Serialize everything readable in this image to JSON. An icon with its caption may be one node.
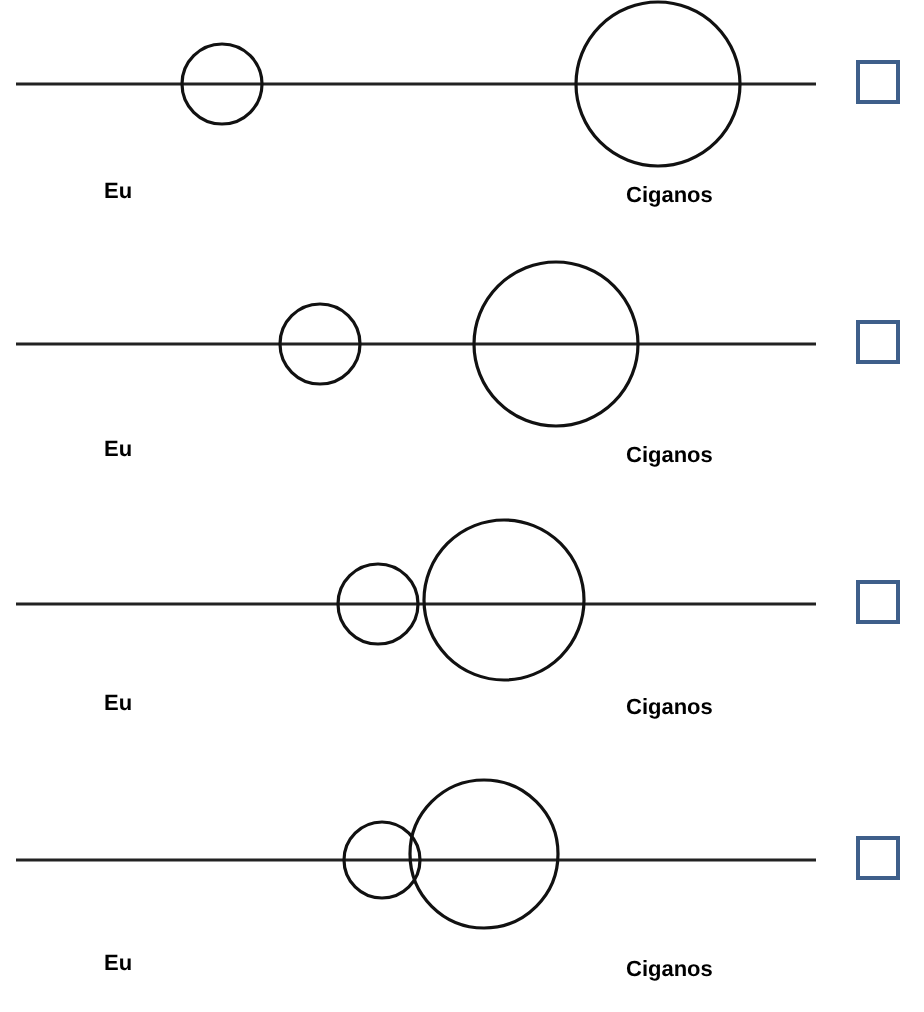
{
  "diagram": {
    "labels": [
      "Eu",
      "Ciganos",
      "Eu",
      "Ciganos",
      "Eu",
      "Ciganos",
      "Eu",
      "Ciganos"
    ]
  }
}
